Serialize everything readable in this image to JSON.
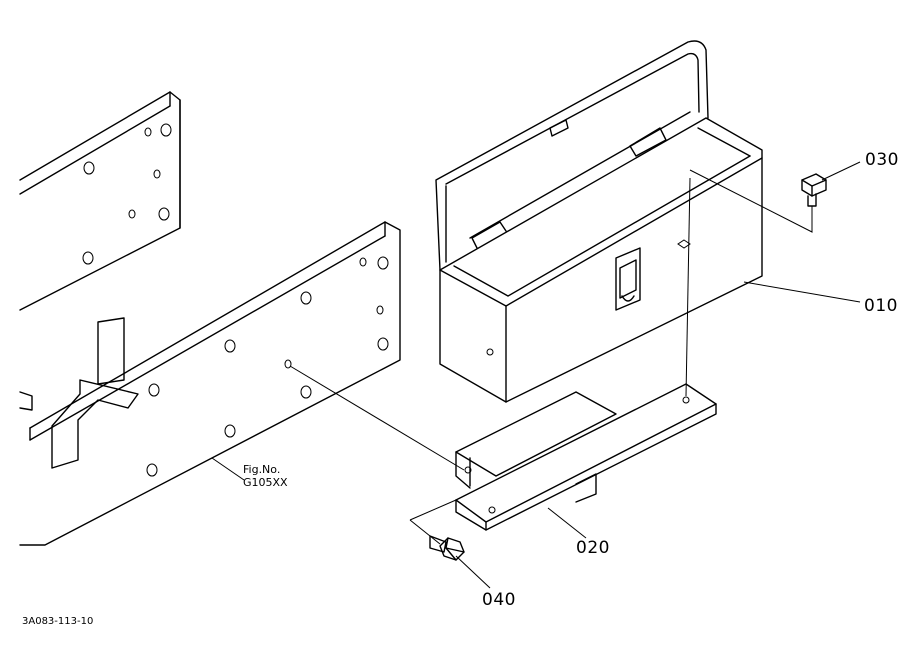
{
  "diagram": {
    "parts": [
      {
        "id": "010",
        "label": "010"
      },
      {
        "id": "020",
        "label": "020"
      },
      {
        "id": "030",
        "label": "030"
      },
      {
        "id": "040",
        "label": "040"
      }
    ],
    "reference": {
      "line1": "Fig.No.",
      "line2": "G105XX"
    },
    "drawing_code": "3A083-113-10"
  }
}
